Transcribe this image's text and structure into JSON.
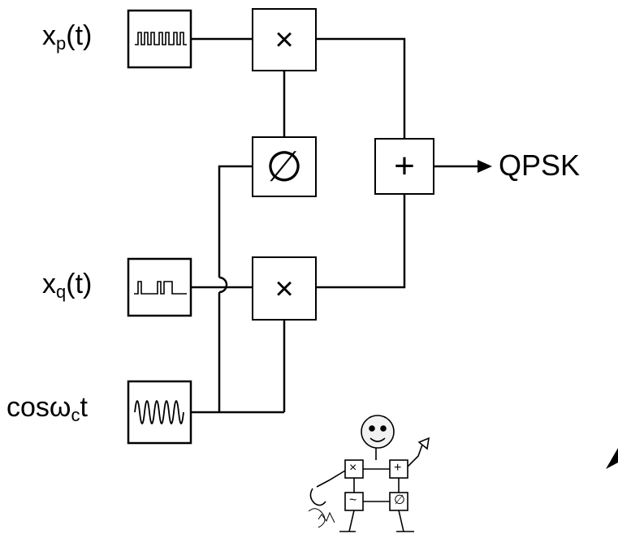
{
  "inputs": {
    "xp": {
      "base": "x",
      "sub": "p",
      "suffix": "(t)"
    },
    "xq": {
      "base": "x",
      "sub": "q",
      "suffix": "(t)"
    },
    "carrier": {
      "base": "cosω",
      "sub": "c",
      "suffix": "t"
    }
  },
  "operators": {
    "multiplier_top": "×",
    "phase_shift": "∅",
    "adder": "+",
    "multiplier_bottom": "×"
  },
  "output": {
    "label": "QPSK"
  },
  "mascot_symbols": [
    "×",
    "+",
    "~",
    "∅"
  ],
  "colors": {
    "line": "#000000",
    "background": "#ffffff"
  }
}
